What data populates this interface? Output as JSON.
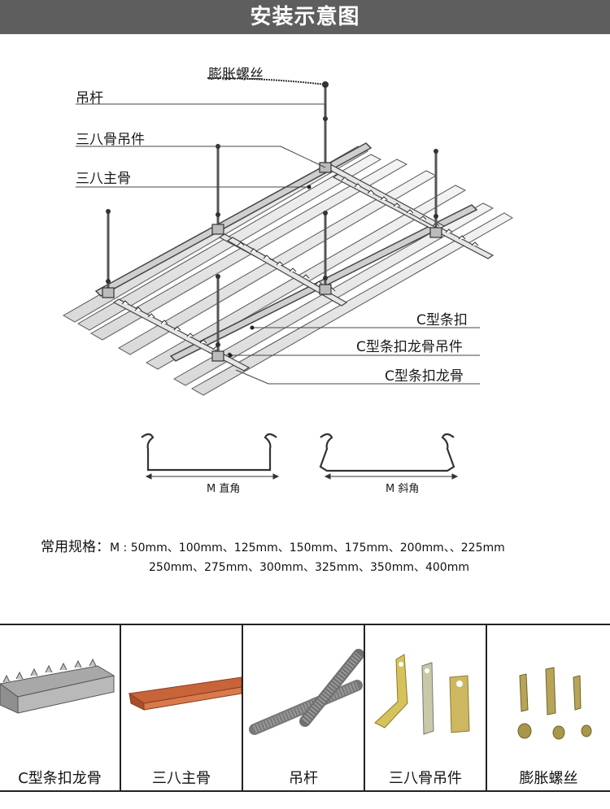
{
  "header": {
    "title": "安装示意图"
  },
  "diagram": {
    "labels": {
      "expansion_screw": "膨胀螺丝",
      "hanging_rod": "吊杆",
      "hanger_38": "三八骨吊件",
      "main_keel_38": "三八主骨",
      "c_strip": "C型条扣",
      "c_keel_hanger": "C型条扣龙骨吊件",
      "c_keel": "C型条扣龙骨"
    }
  },
  "profiles": [
    {
      "letter": "M",
      "label": "直角"
    },
    {
      "letter": "M",
      "label": "斜角"
    }
  ],
  "spec": {
    "title": "常用规格：",
    "line1": "M : 50mm、100mm、125mm、150mm、175mm、200mm、、225mm",
    "line2": "250mm、275mm、300mm、325mm、350mm、400mm"
  },
  "products": [
    {
      "label": "C型条扣龙骨"
    },
    {
      "label": "三八主骨"
    },
    {
      "label": "吊杆"
    },
    {
      "label": "三八骨吊件"
    },
    {
      "label": "膨胀螺丝"
    }
  ]
}
